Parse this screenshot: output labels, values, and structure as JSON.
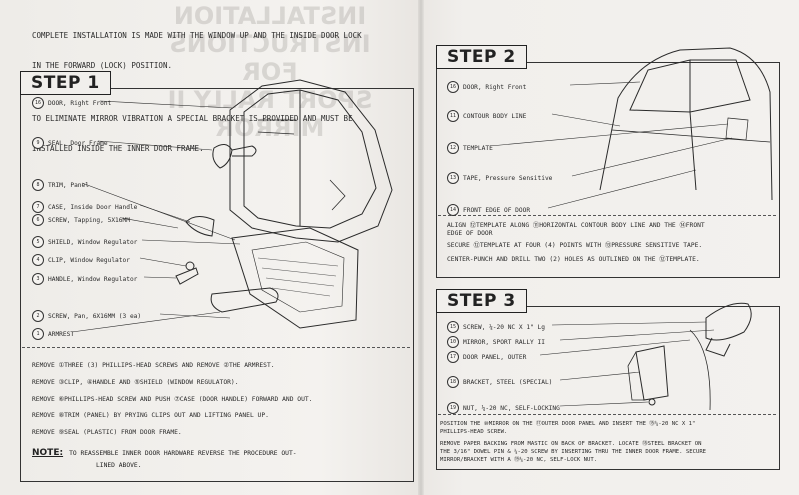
{
  "bleed_through": [
    "INSTALLATION",
    "INSTRUCTIONS",
    "FOR",
    "SPORT RALLY II MIRROR"
  ],
  "intro": [
    "COMPLETE INSTALLATION IS MADE WITH THE WINDOW UP AND THE INSIDE DOOR LOCK",
    "IN THE FORWARD (LOCK) POSITION.",
    "TO ELIMINATE MIRROR VIBRATION A SPECIAL BRACKET IS PROVIDED AND MUST BE",
    "INSTALLED INSIDE THE INNER DOOR FRAME."
  ],
  "step1": {
    "title": "STEP 1",
    "parts": [
      {
        "num": "16",
        "label": "DOOR, Right Front"
      },
      {
        "num": "9",
        "label": "SEAL, Door Frame"
      },
      {
        "num": "8",
        "label": "TRIM, Panel"
      },
      {
        "num": "7",
        "label": "CASE, Inside Door Handle"
      },
      {
        "num": "6",
        "label": "SCREW, Tapping, 5X16MM"
      },
      {
        "num": "5",
        "label": "SHIELD, Window Regulator"
      },
      {
        "num": "4",
        "label": "CLIP, Window Regulator"
      },
      {
        "num": "3",
        "label": "HANDLE, Window Regulator"
      },
      {
        "num": "2",
        "label": "SCREW, Pan, 6X16MM   (3 ea)"
      },
      {
        "num": "1",
        "label": "ARMREST"
      }
    ],
    "instructions": [
      "REMOVE ①THREE (3) PHILLIPS-HEAD SCREWS AND REMOVE ②THE ARMREST.",
      "REMOVE ③CLIP, ④HANDLE AND ⑤SHIELD (WINDOW REGULATOR).",
      "REMOVE ⑥PHILLIPS-HEAD SCREW AND PUSH ⑦CASE (DOOR HANDLE) FORWARD AND OUT.",
      "REMOVE ⑧TRIM (PANEL) BY PRYING CLIPS OUT AND LIFTING PANEL UP.",
      "REMOVE ⑨SEAL (PLASTIC) FROM DOOR FRAME."
    ],
    "note_label": "NOTE:",
    "note_text": "TO REASSEMBLE INNER DOOR HARDWARE   REVERSE   THE PROCEDURE OUT-",
    "note_text2": "LINED ABOVE."
  },
  "step2": {
    "title": "STEP 2",
    "parts": [
      {
        "num": "16",
        "label": "DOOR, Right Front"
      },
      {
        "num": "11",
        "label": "CONTOUR BODY LINE"
      },
      {
        "num": "12",
        "label": "TEMPLATE"
      },
      {
        "num": "13",
        "label": "TAPE, Pressure Sensitive"
      },
      {
        "num": "14",
        "label": "FRONT EDGE OF DOOR"
      }
    ],
    "instructions": [
      "ALIGN ⑫TEMPLATE ALONG ⑪HORIZONTAL CONTOUR BODY LINE AND THE ⑭FRONT",
      "EDGE OF DOOR",
      "SECURE ⑫TEMPLATE AT FOUR (4) POINTS WITH ⑬PRESSURE SENSITIVE TAPE.",
      "CENTER-PUNCH AND DRILL TWO (2) HOLES AS OUTLINED ON THE ⑫TEMPLATE."
    ]
  },
  "step3": {
    "title": "STEP 3",
    "parts": [
      {
        "num": "15",
        "label": "SCREW, ¼-20 NC X 1\" Lg"
      },
      {
        "num": "10",
        "label": "MIRROR, SPORT RALLY II"
      },
      {
        "num": "17",
        "label": "DOOR PANEL, OUTER"
      },
      {
        "num": "18",
        "label": "BRACKET, STEEL (SPECIAL)"
      },
      {
        "num": "19",
        "label": "NUT, ¼-20 NC, SELF-LOCKING"
      }
    ],
    "instructions": [
      "POSITION THE ⑩MIRROR ON THE ⑰OUTER DOOR PANEL AND INSERT THE ⑮¼-20 NC X 1\"",
      "PHILLIPS-HEAD SCREW.",
      "REMOVE PAPER BACKING FROM MASTIC ON BACK OF BRACKET. LOCATE ⑱STEEL BRACKET ON",
      "THE 3/16\" DOWEL PIN & ¼-20 SCREW BY INSERTING THRU THE INNER DOOR FRAME.  SECURE",
      "MIRROR/BRACKET WITH A ⑲¼-20 NC, SELF-LOCK NUT."
    ]
  }
}
